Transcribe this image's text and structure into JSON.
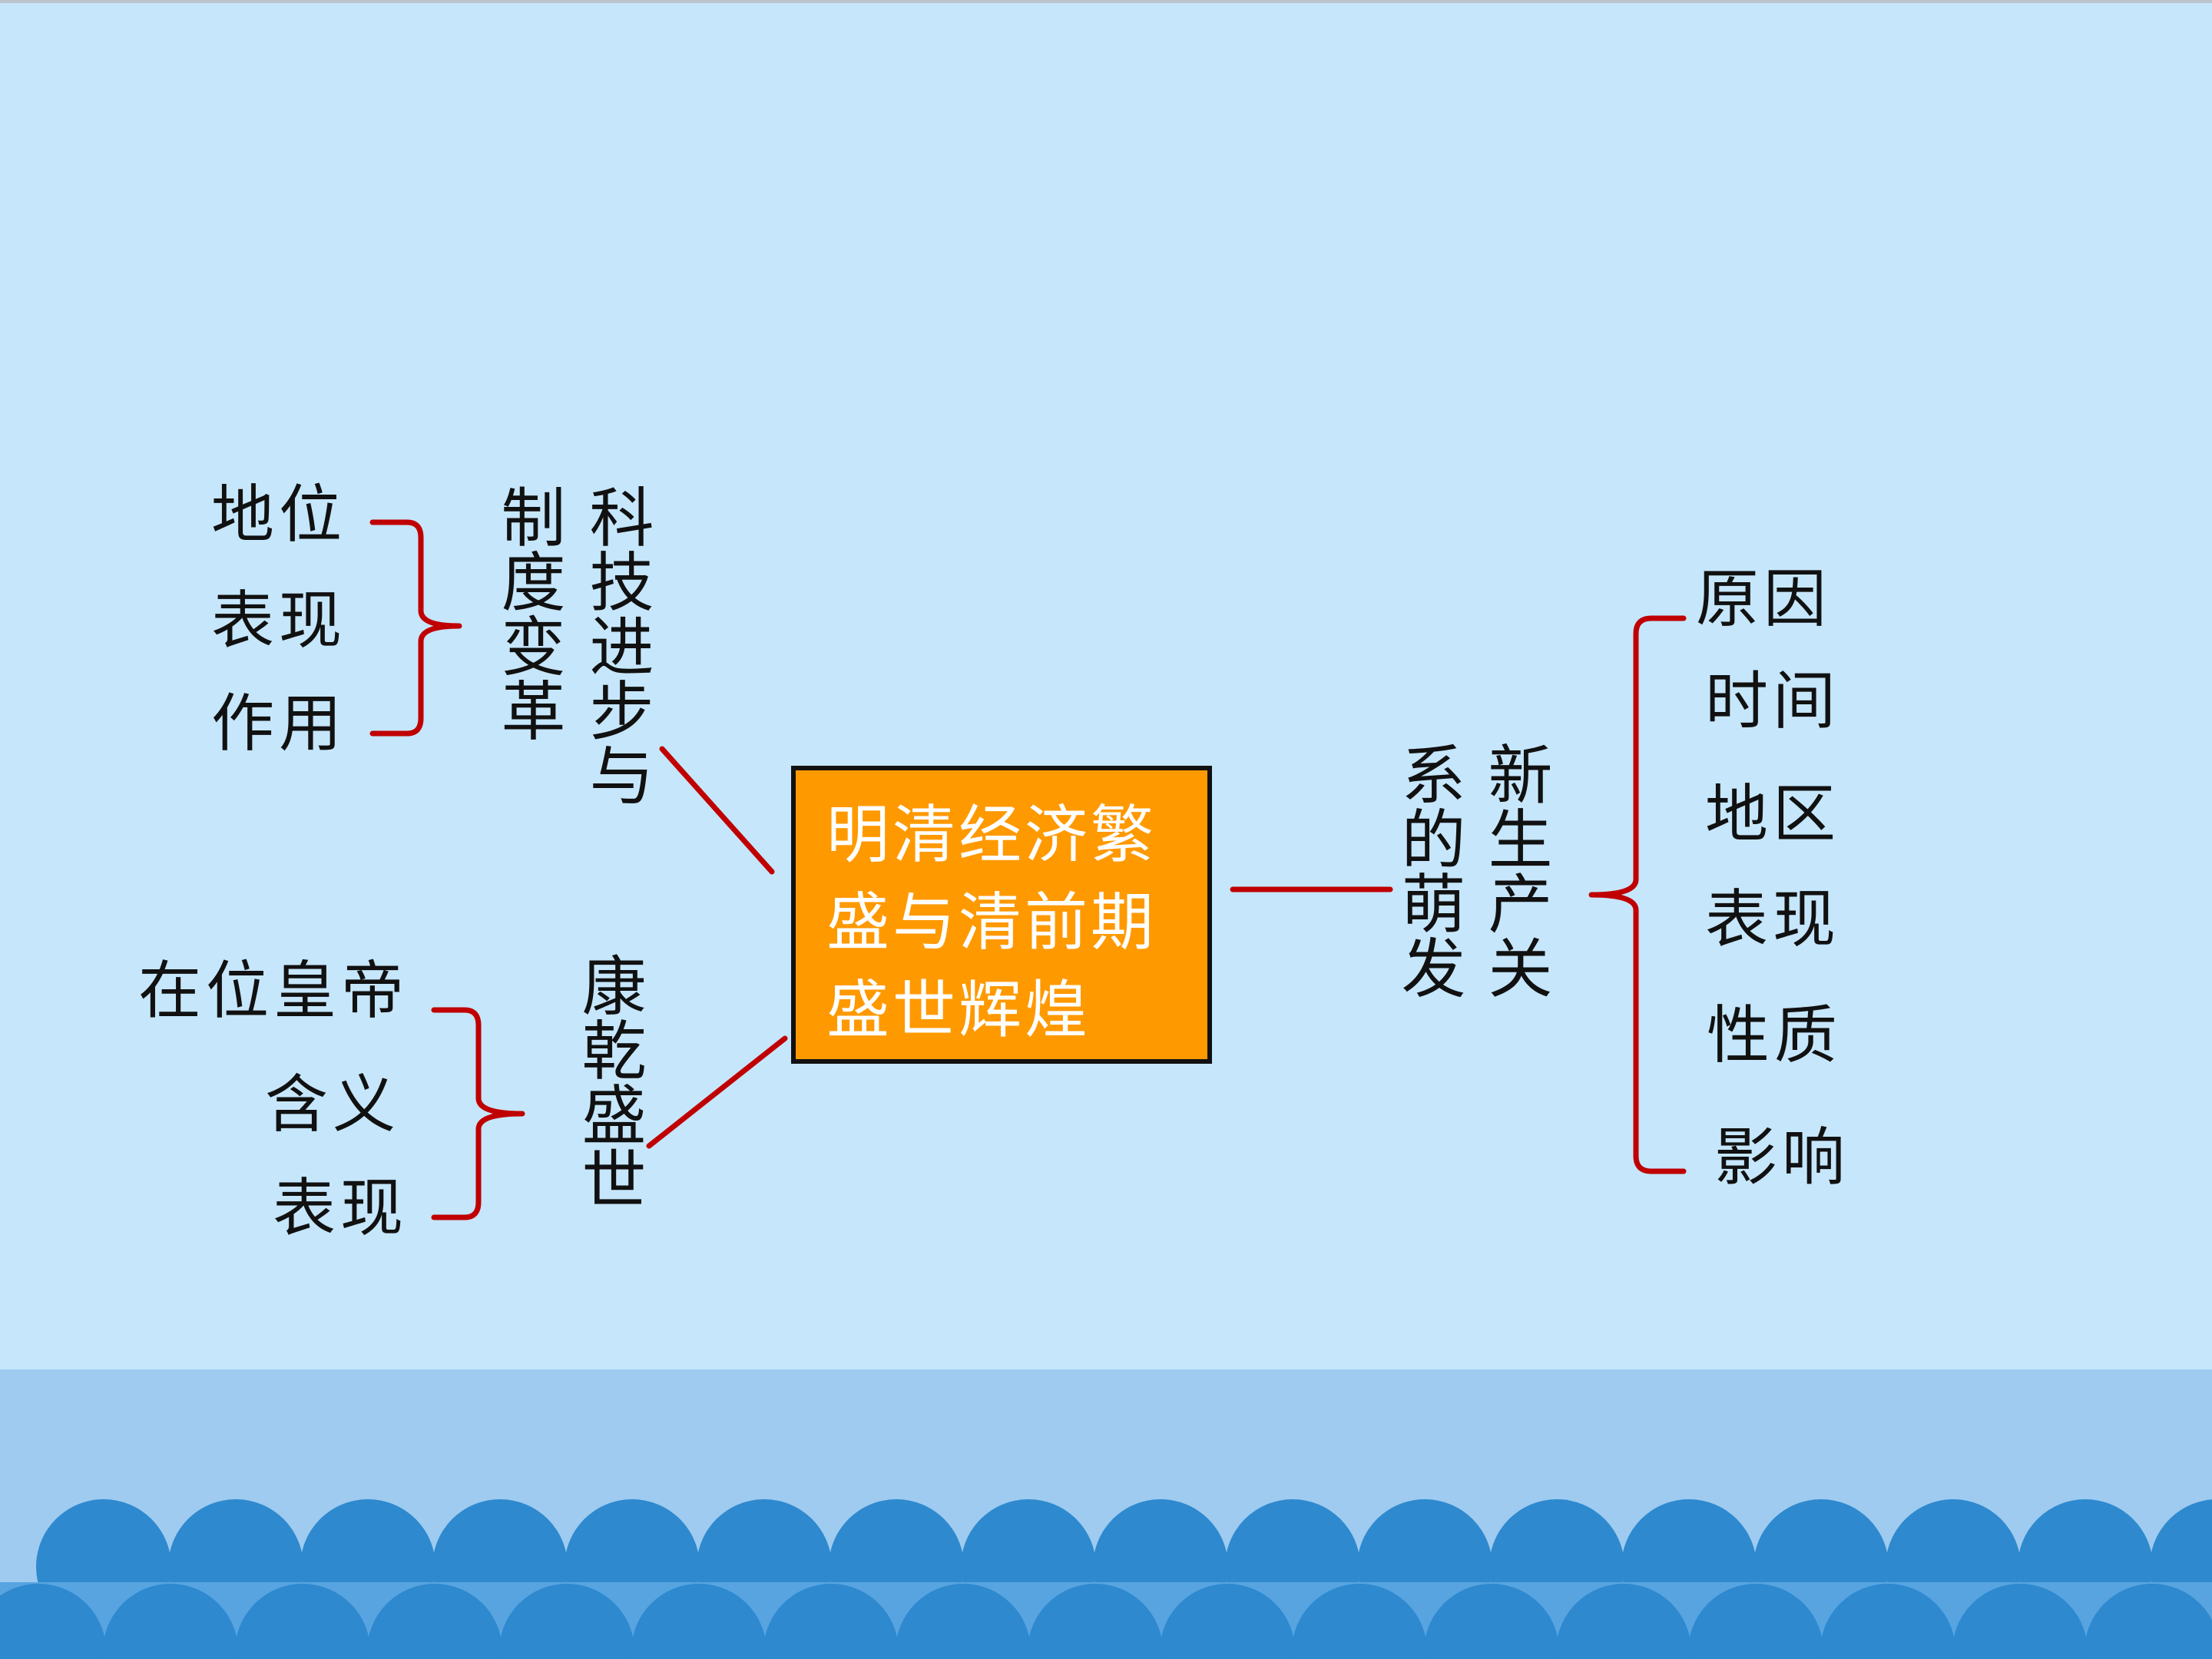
{
  "center": {
    "text": "明清经济繁盛与清前期盛世辉煌"
  },
  "branches": {
    "tech": {
      "col1": "科技进步与",
      "col2": "制度变革",
      "items": [
        "地位",
        "表现",
        "作用"
      ]
    },
    "kangqian": {
      "label": "康乾盛世",
      "items": [
        "在位皇帝",
        "含义",
        "表现"
      ]
    },
    "capitalism": {
      "col1": "新生产关",
      "col2": "系的萌发",
      "items": [
        "原因",
        "时间",
        "地区",
        "表现",
        "性质",
        "影响"
      ]
    }
  },
  "colors": {
    "line": "#c00000",
    "box": "#ff9900",
    "background": "#c6e6fb",
    "wave": "#2e89cf"
  }
}
